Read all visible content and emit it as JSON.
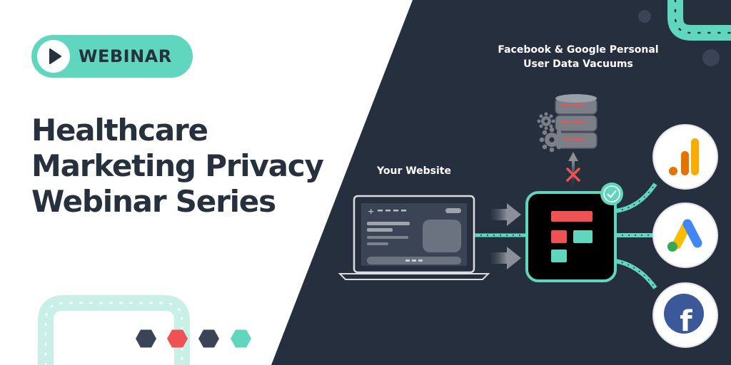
{
  "badge": {
    "label": "WEBINAR",
    "icon": "play-icon"
  },
  "title_lines": [
    "Healthcare",
    "Marketing Privacy",
    "Webinar Series"
  ],
  "diagram": {
    "vacuum_caption_line1": "Facebook & Google Personal",
    "vacuum_caption_line2": "User Data Vacuums",
    "website_caption": "Your Website",
    "central_icon": "app-logo-icon",
    "blocked_icon": "blocked-x-icon",
    "verified_icon": "check-icon",
    "database_icon": "database-icon",
    "gears_icon": "gear-icon",
    "laptop_icon": "laptop-icon",
    "services": [
      {
        "name": "google-analytics-icon"
      },
      {
        "name": "google-ads-icon"
      },
      {
        "name": "facebook-icon",
        "glyph": "f"
      }
    ]
  },
  "colors": {
    "dark_panel": "#262f3d",
    "accent_teal": "#5fd6bd",
    "accent_red": "#ee5253",
    "hex_dark": "#3a4456",
    "facebook_blue": "#3b5998",
    "ga_orange": "#f9ab00",
    "ga_dark_orange": "#e37400",
    "ads_blue": "#4285f4",
    "ads_yellow": "#fbbc04",
    "ads_green": "#34a853"
  }
}
